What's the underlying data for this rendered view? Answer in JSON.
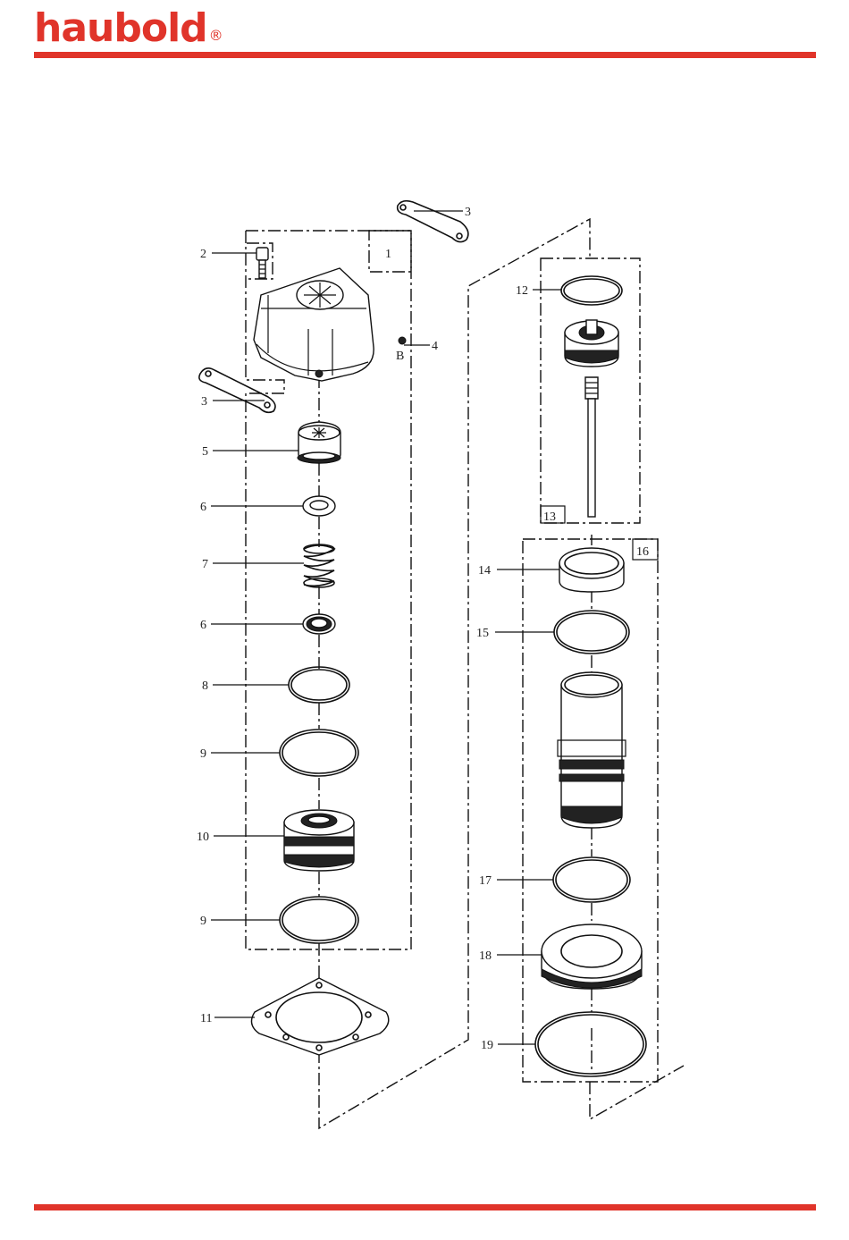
{
  "brand": {
    "logo_text": "haubold",
    "logo_mark": "®",
    "accent": "#e0342a"
  },
  "diagram": {
    "group_labels": [
      "1",
      "13",
      "16"
    ],
    "callouts": [
      "2",
      "3",
      "3",
      "4",
      "B",
      "5",
      "6",
      "7",
      "6",
      "8",
      "9",
      "10",
      "9",
      "11",
      "12",
      "14",
      "15",
      "17",
      "18",
      "19"
    ]
  }
}
